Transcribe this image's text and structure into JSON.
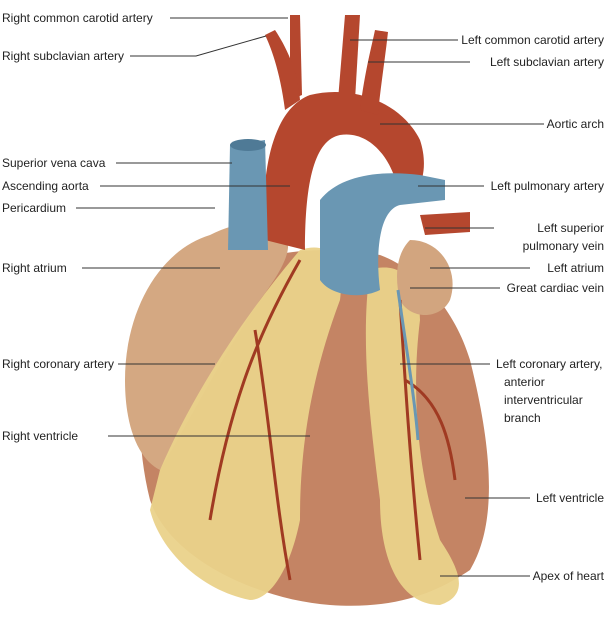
{
  "labels_left": {
    "right_common_carotid": "Right common carotid artery",
    "right_subclavian": "Right subclavian artery",
    "superior_vena_cava": "Superior vena cava",
    "ascending_aorta": "Ascending aorta",
    "pericardium": "Pericardium",
    "right_atrium": "Right atrium",
    "right_coronary": "Right coronary artery",
    "right_ventricle": "Right ventricle"
  },
  "labels_right": {
    "left_common_carotid": "Left common carotid artery",
    "left_subclavian": "Left subclavian artery",
    "aortic_arch": "Aortic arch",
    "left_pulmonary_artery": "Left pulmonary artery",
    "left_superior_pulmonary_vein": [
      "Left superior",
      "pulmonary vein"
    ],
    "left_atrium": "Left atrium",
    "great_cardiac_vein": "Great cardiac vein",
    "left_coronary": [
      "Left coronary artery,",
      "anterior",
      "interventricular",
      "branch"
    ],
    "left_ventricle": "Left ventricle",
    "apex": "Apex of heart"
  },
  "colors": {
    "artery": "#b5472e",
    "vein": "#6a97b3",
    "fat": "#ecd58f",
    "muscle": "#c98a6a",
    "atrium": "#d2a57f",
    "leader": "#333333"
  }
}
